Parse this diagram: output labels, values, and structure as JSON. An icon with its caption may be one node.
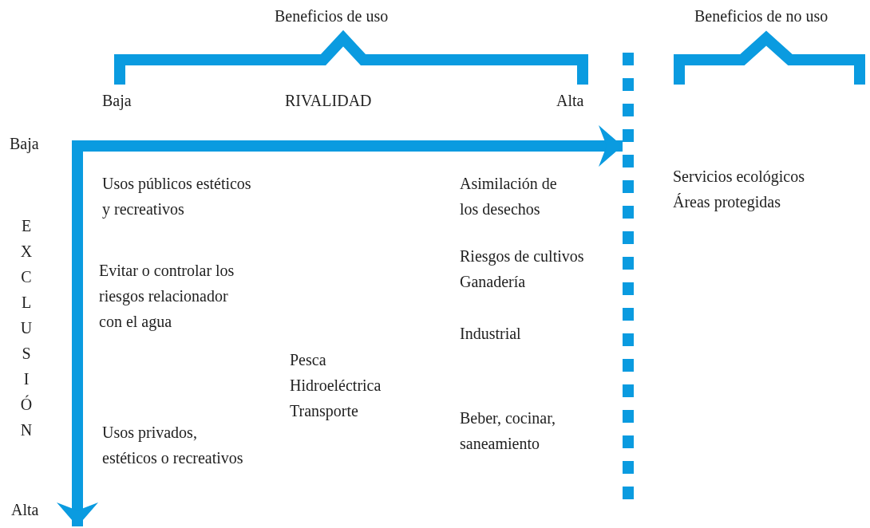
{
  "diagram": {
    "labels": [
      "Beneficios de uso",
      "Beneficios de no uso",
      "Baja",
      "RIVALIDAD",
      "Alta",
      "Baja",
      "EXCLUSIÓN",
      "Alta",
      "Usos públicos estéticos y recreativos",
      "Asimilación de los desechos",
      "Servicios ecológicos",
      "Áreas protegidas",
      "Riesgos de cultivos",
      "Ganadería",
      "Evitar o controlar los riesgos relacionador con el agua",
      "Industrial",
      "Pesca",
      "Hidroeléctrica",
      "Transporte",
      "Usos privados, estéticos o recreativos",
      "Beber, cocinar, saneamiento"
    ]
  }
}
